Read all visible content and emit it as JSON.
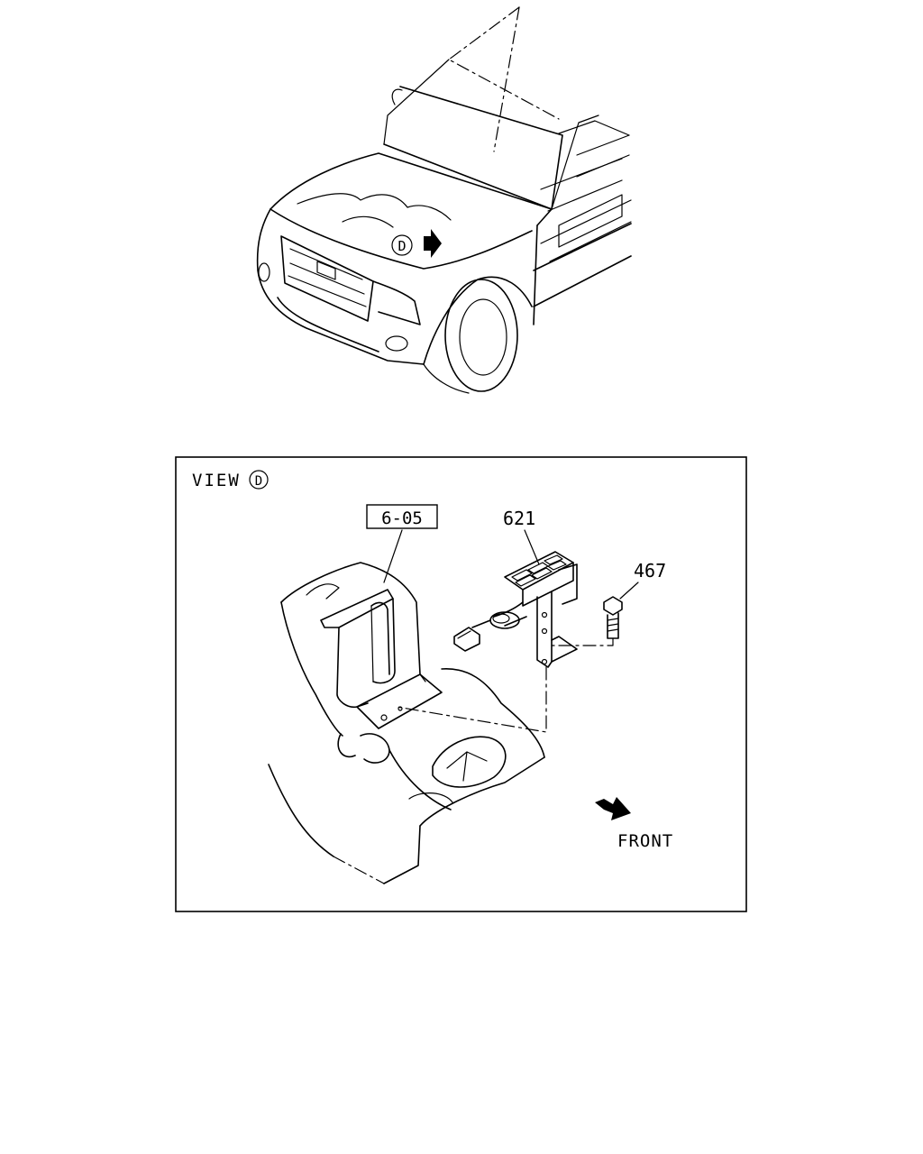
{
  "callout_view": "D",
  "view_panel": {
    "view_word": "VIEW",
    "view_letter": "D",
    "ref_box_label": "6-05",
    "parts": [
      {
        "number": "621"
      },
      {
        "number": "467"
      }
    ],
    "front_label": "FRONT"
  }
}
